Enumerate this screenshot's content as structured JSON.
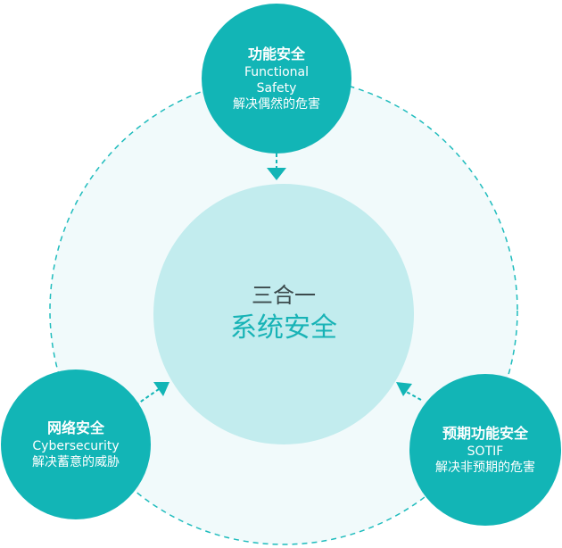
{
  "colors": {
    "teal": "#12b5b6",
    "center_fill": "#c2ecee",
    "outer_fill": "#f1fafb",
    "dash": "#1fbcbd"
  },
  "center": {
    "subtitle": "三合一",
    "title": "系统安全"
  },
  "nodes": {
    "top": {
      "title": "功能安全",
      "en": "Functional Safety",
      "en_line1": "Functional",
      "en_line2": "Safety",
      "desc": "解决偶然的危害"
    },
    "left": {
      "title": "网络安全",
      "en": "Cybersecurity",
      "desc": "解决蓄意的威胁"
    },
    "right": {
      "title": "预期功能安全",
      "en": "SOTIF",
      "desc": "解决非预期的危害"
    }
  }
}
